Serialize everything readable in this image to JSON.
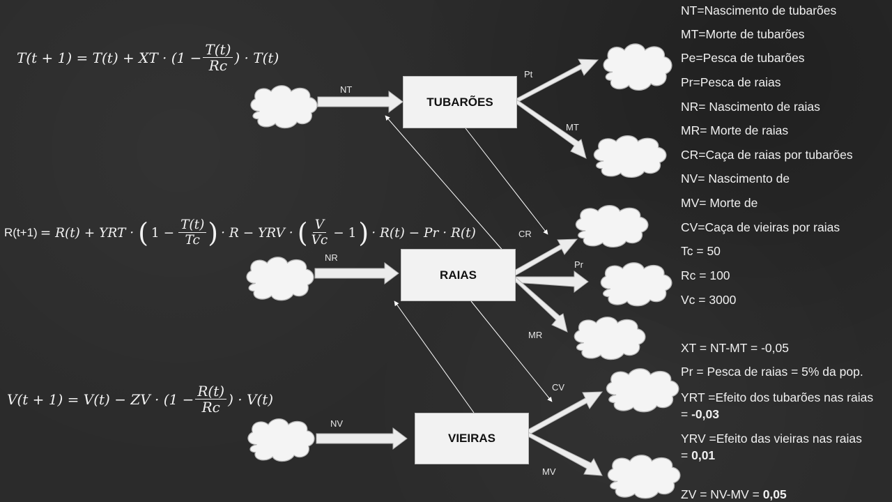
{
  "boxes": {
    "tubaroes": "TUBARÕES",
    "raias": "RAIAS",
    "vieiras": "VIEIRAS"
  },
  "flow_labels": {
    "nt": "NT",
    "pt": "Pt",
    "mt": "MT",
    "nr": "NR",
    "cr": "CR",
    "pr": "Pr",
    "mr": "MR",
    "nv": "NV",
    "cv": "CV",
    "mv": "MV"
  },
  "equations": {
    "t": {
      "lhs": "T(t + 1) = T(t) + XT  ·  (1 −",
      "num": "T(t)",
      "den": "Rc",
      "tail": ")  ·  T(t)"
    },
    "r": {
      "prefix": "R(t+1)",
      "part1": "= R(t) + YRT ·",
      "num1": "T(t)",
      "den1": "Tc",
      "part2": "·  R  − YRV ·",
      "num2": "V",
      "den2": "Vc",
      "part3": "· R(t) − Pr · R(t)"
    },
    "v": {
      "lhs": "V(t + 1) =  V(t) − ZV  ·  (1 −",
      "num": "R(t)",
      "den": "Rc",
      "tail": ")  ·  V(t)"
    }
  },
  "legend": {
    "nt": "NT=Nascimento de tubarões",
    "mt": "MT=Morte de tubarões",
    "pe": "Pe=Pesca de tubarões",
    "pr": "Pr=Pesca de raias",
    "nr": "NR= Nascimento de raias",
    "mr": "MR= Morte de raias",
    "cr": "CR=Caça de raias por tubarões",
    "nv": "NV= Nascimento de",
    "mv": "MV= Morte de",
    "cv": "CV=Caça de vieiras por raias",
    "tc": "Tc = 50",
    "rc": "Rc = 100",
    "vc": "Vc = 3000",
    "xt": " XT = NT-MT = -0,05",
    "pop": "Pr = Pesca de raias = 5% da pop.",
    "yrt_text": "YRT =Efeito dos tubarões nas raias",
    "yrt_eq": "= ",
    "yrt_val": "-0,03",
    "yrv_text": "YRV =Efeito das vieiras nas raias",
    "yrv_eq": "= ",
    "yrv_val": "0,01",
    "zv_text": "ZV = NV-MV = ",
    "zv_val": "0,05"
  },
  "colors": {
    "background": "#2b2b2b",
    "box": "#f2f2f2",
    "arrow": "#ececec",
    "text": "#f0f0f0"
  }
}
